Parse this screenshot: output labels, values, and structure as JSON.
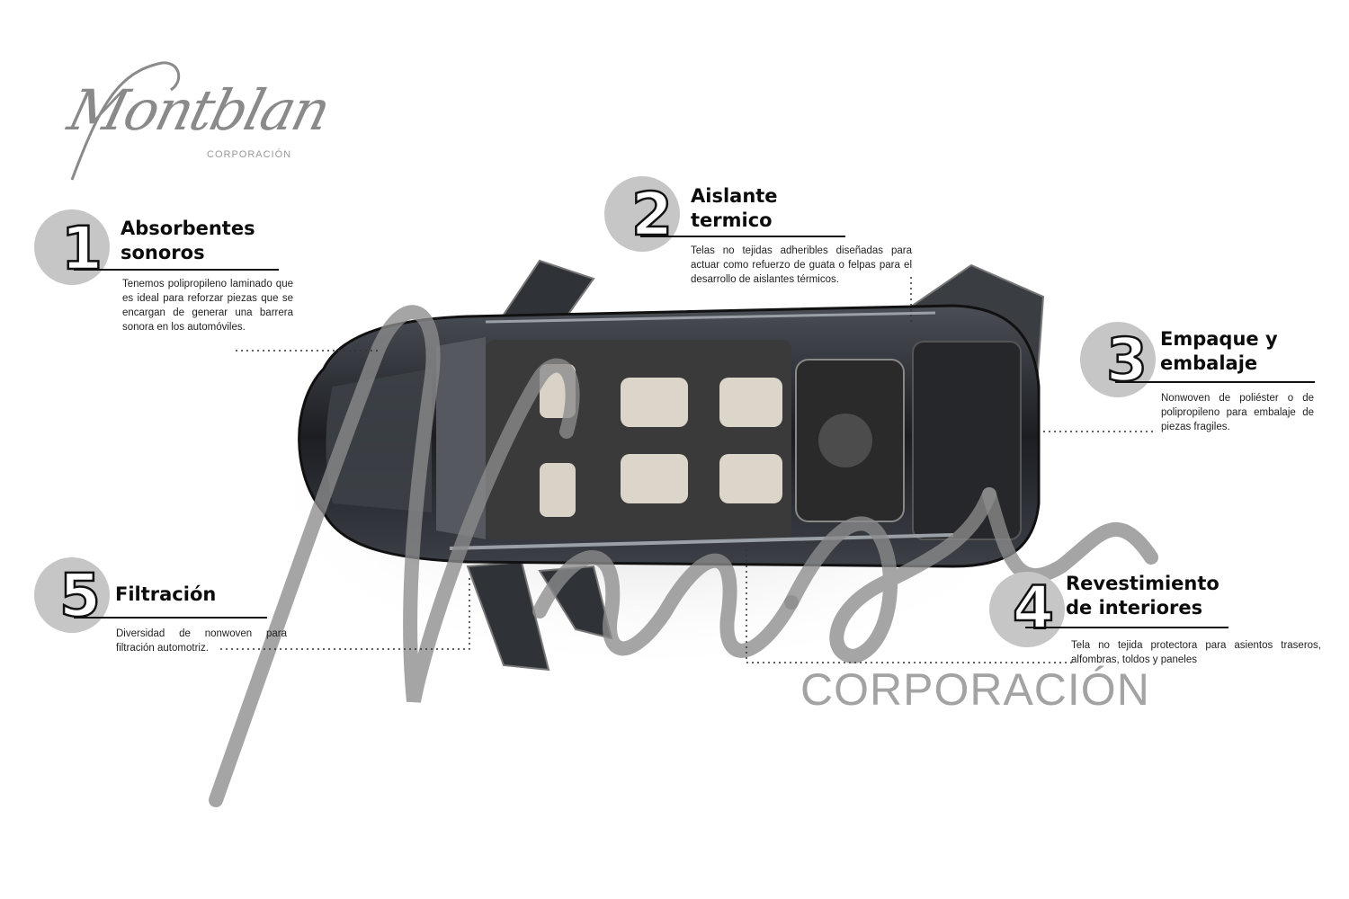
{
  "logo": {
    "script": "Montblan",
    "sub": "CORPORACIÓN"
  },
  "watermark": {
    "sub": "CORPORACIÓN"
  },
  "items": [
    {
      "number": "1",
      "title_line1": "Absorbentes",
      "title_line2": "sonoros",
      "description": "Tenemos polipropileno laminado que es ideal para reforzar piezas que se encargan de generar una barrera sonora en los automóviles."
    },
    {
      "number": "2",
      "title_line1": "Aislante",
      "title_line2": "termico",
      "description": "Telas no tejidas adheribles diseñadas para actuar como refuerzo de guata o felpas para el desarrollo de aislantes térmicos."
    },
    {
      "number": "3",
      "title_line1": "Empaque y",
      "title_line2": "embalaje",
      "description": "Nonwoven de poliéster o de polipropileno para embalaje de piezas fragiles."
    },
    {
      "number": "4",
      "title_line1": "Revestimiento",
      "title_line2": "de interiores",
      "description": "Tela no tejida protectora para asientos traseros, alfombras, toldos y paneles"
    },
    {
      "number": "5",
      "title_line1": "Filtración",
      "title_line2": "",
      "description": "Diversidad de nonwoven para filtración automotriz."
    }
  ],
  "colors": {
    "badge": "#c6c6c6",
    "logo": "#8a8a8a",
    "text": "#111111",
    "car_body": "#2b2e33"
  }
}
